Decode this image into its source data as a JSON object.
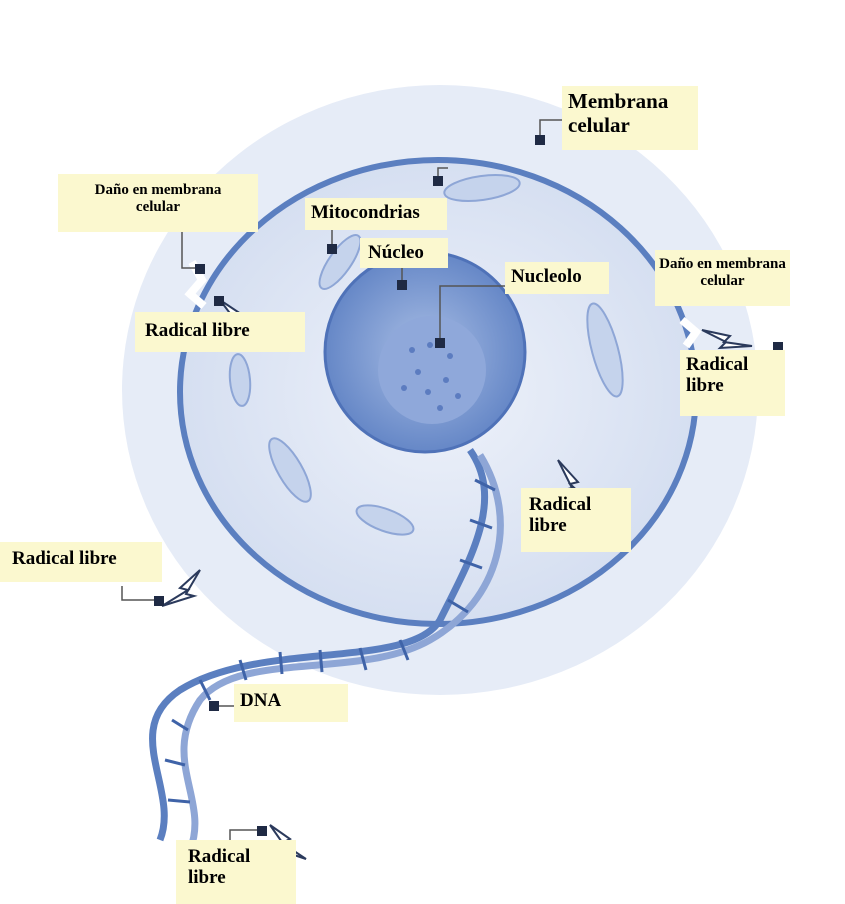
{
  "labels": {
    "membrana": [
      "Membrana",
      "celular"
    ],
    "dano_izq": [
      "Daño en membrana",
      "celular"
    ],
    "mitocondrias": "Mitocondrias",
    "nucleo": "Núcleo",
    "nucleolo": "Nucleolo",
    "dano_der": [
      "Daño en membrana",
      "celular"
    ],
    "radical_1": "Radical libre",
    "radical_2": [
      "Radical",
      "libre"
    ],
    "radical_3": [
      "Radical",
      "libre"
    ],
    "radical_4": "Radical libre",
    "dna": "DNA",
    "radical_5": [
      "Radical",
      "libre"
    ]
  },
  "colors": {
    "label_bg": "#fbf8cf",
    "membrane": "#5b7fc0",
    "cytoplasm": "#d9e2f3",
    "nucleus": "#6f8fcc",
    "marker": "#1f2a44"
  }
}
